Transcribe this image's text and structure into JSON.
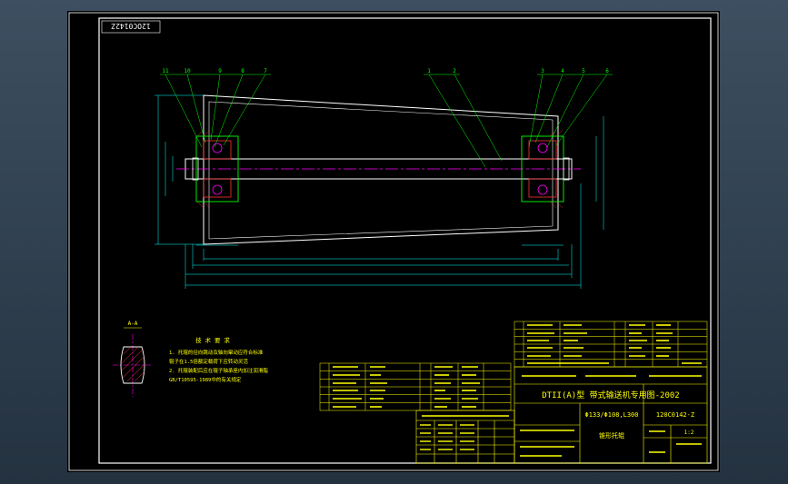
{
  "drawing_number_stamp": "12OC0142Z",
  "balloons_left": [
    "11",
    "10",
    "9",
    "8",
    "7"
  ],
  "balloons_center": [
    "1",
    "2"
  ],
  "balloons_right": [
    "3",
    "4",
    "5",
    "6"
  ],
  "section_label": "A-A",
  "notes": {
    "heading": "技 术 要 求",
    "lines": [
      "1. 托辊的径向跳动及轴向窜动应符合标准",
      "   辊子在1.5倍额定载荷下应转动灵活",
      "2. 托辊装配后应在辊子轴承座内加注润滑脂",
      "   GB/T10595-1989中的有关规定"
    ]
  },
  "title_block": {
    "series": "DTII(A)型 带式输送机专用图-2002",
    "spec": "Φ133/Φ108,L300",
    "code": "120C0142-Z",
    "name": "锥形托辊",
    "scale_label": "1:2"
  },
  "colors": {
    "sheet": "#000000",
    "outline": "#ffffff",
    "geometry": "#00ff00",
    "dimension": "#00ffff",
    "text": "#ffff00",
    "accent": "#ff00ff",
    "hatch": "#ff3333"
  }
}
